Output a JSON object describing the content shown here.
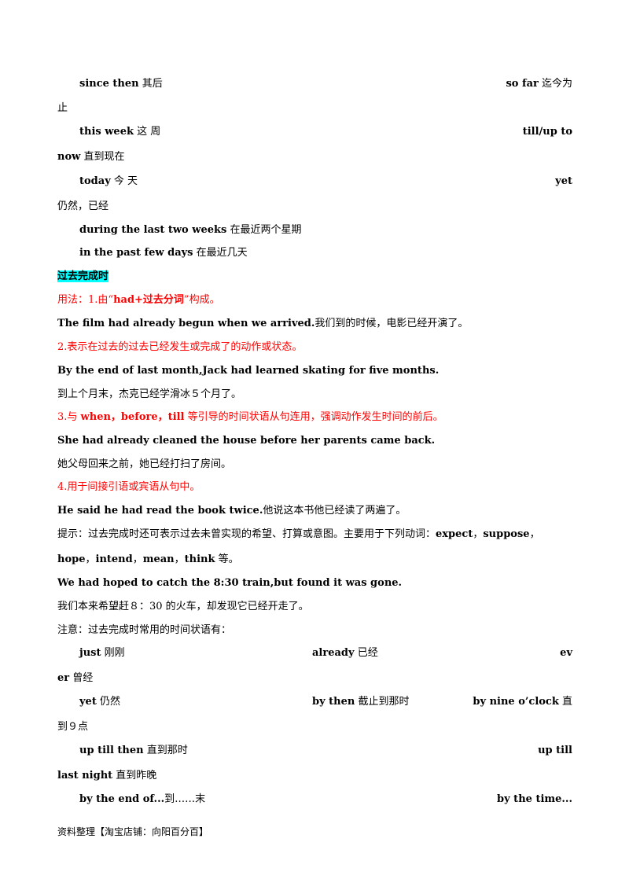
{
  "lines": {
    "l1_left_en": "since then",
    "l1_left_zh": " 其后",
    "l1_right_en": "so far",
    "l1_right_zh": " 迄今为",
    "l2": "止",
    "l3_left_en": "this  week",
    "l3_left_zh": "  这  周",
    "l3_right_en": "till/up  to",
    "l4_en": "now",
    "l4_zh": " 直到现在",
    "l5_left_en": "today",
    "l5_left_zh": "  今 天",
    "l5_right_en": "yet",
    "l6": "仍然，已经",
    "l7_en": "during the last two weeks",
    "l7_zh": " 在最近两个星期",
    "l8_en": "in the past few days",
    "l8_zh": " 在最近几天",
    "section_title": "过去完成时",
    "u1_pre": "用法：1.由“",
    "u1_bold": "had+过去分词",
    "u1_post": "”构成。",
    "ex1_en": "The film had already begun when we arrived.",
    "ex1_zh": "我们到的时候，电影已经开演了。",
    "u2": "2.表示在过去的过去已经发生或完成了的动作或状态。",
    "ex2_en": "By the end of last month,Jack had learned skating for five months.",
    "ex2_zh": "到上个月末，杰克已经学滑冰５个月了。",
    "u3_pre": "3.与 ",
    "u3_bold": "when，before，till",
    "u3_post": " 等引导的时间状语从句连用，强调动作发生时间的前后。",
    "ex3_en": "She had already cleaned the house before her parents came back.",
    "ex3_zh": "她父母回来之前，她已经打扫了房间。",
    "u4": "4.用于间接引语或宾语从句中。",
    "ex4_en": "He said he had read the book twice.",
    "ex4_zh": "他说这本书他已经读了两遍了。",
    "tip_pre": "提示：过去完成时还可表示过去未曾实现的希望、打算或意图。主要用于下列动词：",
    "tip_w1": "expect",
    "tip_sep1": "，",
    "tip_w2": "suppose",
    "tip_sep2": "，",
    "tip2_w1": "hope",
    "tip2_sep1": "，",
    "tip2_w2": "intend",
    "tip2_sep2": "，",
    "tip2_w3": "mean",
    "tip2_sep3": "，",
    "tip2_w4": "think",
    "tip2_post": " 等。",
    "ex5_en": "We had hoped to catch the 8:30 train,but found it was gone.",
    "ex5_zh": "我们本来希望赶８：30 的火车，却发现它已经开走了。",
    "note": "注意：过去完成时常用的时间状语有：",
    "t1_en": "just",
    "t1_zh": " 刚刚",
    "t2_en": "already",
    "t2_zh": " 已经",
    "t3_en": "ev",
    "t4_en": "er",
    "t4_zh": " 曾经",
    "t5_en": "yet",
    "t5_zh": " 仍然",
    "t6_en": "by then",
    "t6_zh": " 截止到那时",
    "t7_en": "by nine o’clock",
    "t7_zh": " 直",
    "t8": "到９点",
    "t9_en": "up till then",
    "t9_zh": " 直到那时",
    "t10_en": "up till",
    "t11_en": "last night",
    "t11_zh": " 直到昨晚",
    "t12_en": "by the end of...",
    "t12_zh": "到……末",
    "t13_en": "by the time..."
  },
  "footer": "资料整理【淘宝店铺：向阳百分百】"
}
